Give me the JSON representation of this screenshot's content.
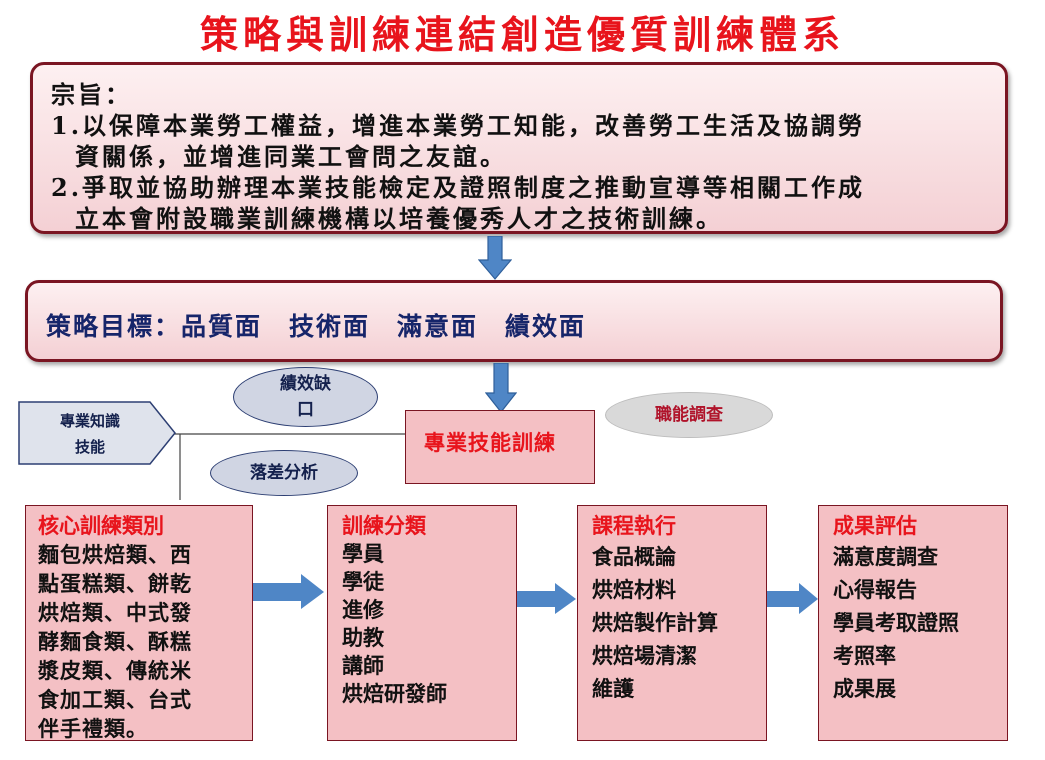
{
  "title": "策略與訓練連結創造優質訓練體系",
  "purpose": {
    "label": "宗旨：",
    "lines": [
      "1.以保障本業勞工權益，增進本業勞工知能，改善勞工生活及協調勞",
      "資關係，並增進同業工會問之友誼。",
      "2.爭取並協助辦理本業技能檢定及證照制度之推動宣導等相關工作成",
      "立本會附設職業訓練機構以培養優秀人才之技術訓練。"
    ]
  },
  "goals": {
    "text": "策略目標：品質面　技術面　滿意面　績效面"
  },
  "labels": {
    "knowledge_line1": "專業知識",
    "knowledge_line2": "技能",
    "gap_line1": "績效缺",
    "gap_line2": "口",
    "gap_analysis": "落差分析",
    "survey": "職能調查",
    "skill_training": "專業技能訓練"
  },
  "columns": {
    "core": {
      "head": "核心訓練類別",
      "lines": [
        "麵包烘焙類、西",
        "點蛋糕類、餅乾",
        "烘焙類、中式發",
        "酵麵食類、酥糕",
        "漿皮類、傳統米",
        "食加工類、台式",
        "伴手禮類。"
      ]
    },
    "classification": {
      "head": "訓練分類",
      "items": [
        "學員",
        "學徒",
        "進修",
        "助教",
        "講師",
        "烘焙研發師"
      ]
    },
    "course": {
      "head": "課程執行",
      "items": [
        "食品概論",
        "烘焙材料",
        "烘焙製作計算",
        "烘焙場清潔",
        "維護"
      ]
    },
    "result": {
      "head": "成果評估",
      "items": [
        "滿意度調查",
        "心得報告",
        "學員考取證照",
        "考照率",
        "成果展"
      ]
    }
  },
  "colors": {
    "title_red": "#e8141c",
    "box_border": "#7a1522",
    "box_fill": "#f4c0c4",
    "arrow_blue": "#4f86c6",
    "goals_text": "#16256a"
  }
}
